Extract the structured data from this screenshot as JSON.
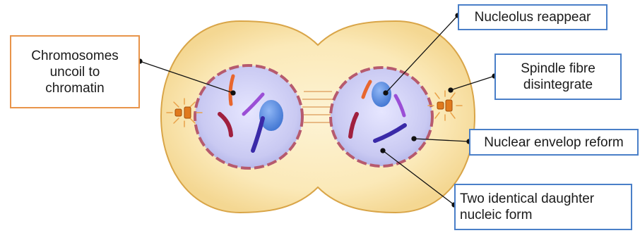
{
  "labels": {
    "chromosomes": "Chromosomes\nuncoil to\nchromatin",
    "nucleolus": "Nucleolus reappear",
    "spindle": "Spindle fibre\ndisintegrate",
    "envelope": "Nuclear envelop reform",
    "daughter": "Two identical daughter\nnucleic form"
  },
  "colors": {
    "cell_fill": "#fbe9b8",
    "cell_outline": "#d9a548",
    "nucleus_fill": "#c9c9f2",
    "nuclear_envelope": "#b65a6e",
    "nucleolus": "#4f86e0",
    "chromosome_orange": "#e8662e",
    "chromosome_purple": "#9b4fd6",
    "chromosome_crimson": "#a0203e",
    "chromosome_indigo": "#3a2aa8",
    "centriole": "#e07a1e",
    "box_orange": "#e8944a",
    "box_blue": "#4a7fc8",
    "leader": "#111111"
  }
}
